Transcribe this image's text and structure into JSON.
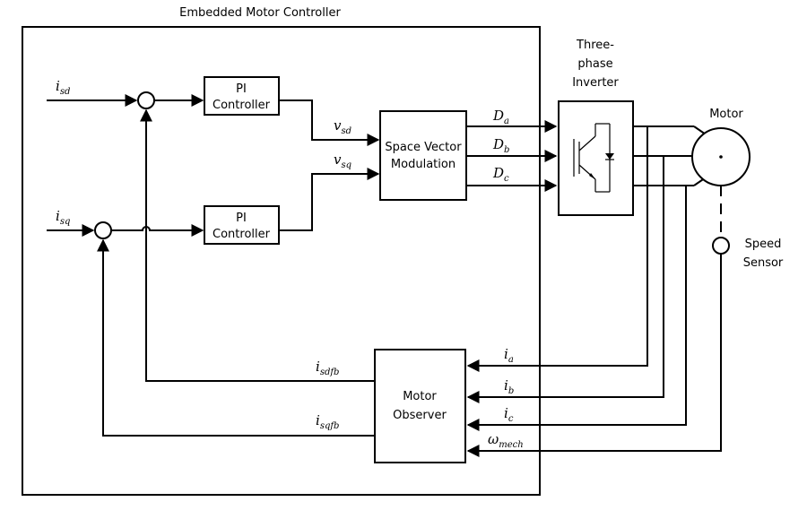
{
  "container": {
    "title": "Embedded Motor Controller"
  },
  "blocks": {
    "pi_top": {
      "line1": "PI",
      "line2": "Controller"
    },
    "pi_bottom": {
      "line1": "PI",
      "line2": "Controller"
    },
    "svm": {
      "line1": "Space Vector",
      "line2": "Modulation"
    },
    "observer": {
      "line1": "Motor",
      "line2": "Observer"
    },
    "inverter": {
      "line1": "Three-",
      "line2": "phase",
      "line3": "Inverter"
    },
    "motor": {
      "label": "Motor"
    },
    "speed_sensor": {
      "line1": "Speed",
      "line2": "Sensor"
    }
  },
  "signals": {
    "isd": {
      "base": "i",
      "sub": "sd"
    },
    "isq": {
      "base": "i",
      "sub": "sq"
    },
    "vsd": {
      "base": "v",
      "sub": "sd"
    },
    "vsq": {
      "base": "v",
      "sub": "sq"
    },
    "Da": {
      "base": "D",
      "sub": "a"
    },
    "Db": {
      "base": "D",
      "sub": "b"
    },
    "Dc": {
      "base": "D",
      "sub": "c"
    },
    "ia": {
      "base": "i",
      "sub": "a"
    },
    "ib": {
      "base": "i",
      "sub": "b"
    },
    "ic": {
      "base": "i",
      "sub": "c"
    },
    "wmech": {
      "base": "ω",
      "sub": "mech"
    },
    "isdfb": {
      "base": "i",
      "sub": "sdfb"
    },
    "isqfb": {
      "base": "i",
      "sub": "sqfb"
    }
  }
}
